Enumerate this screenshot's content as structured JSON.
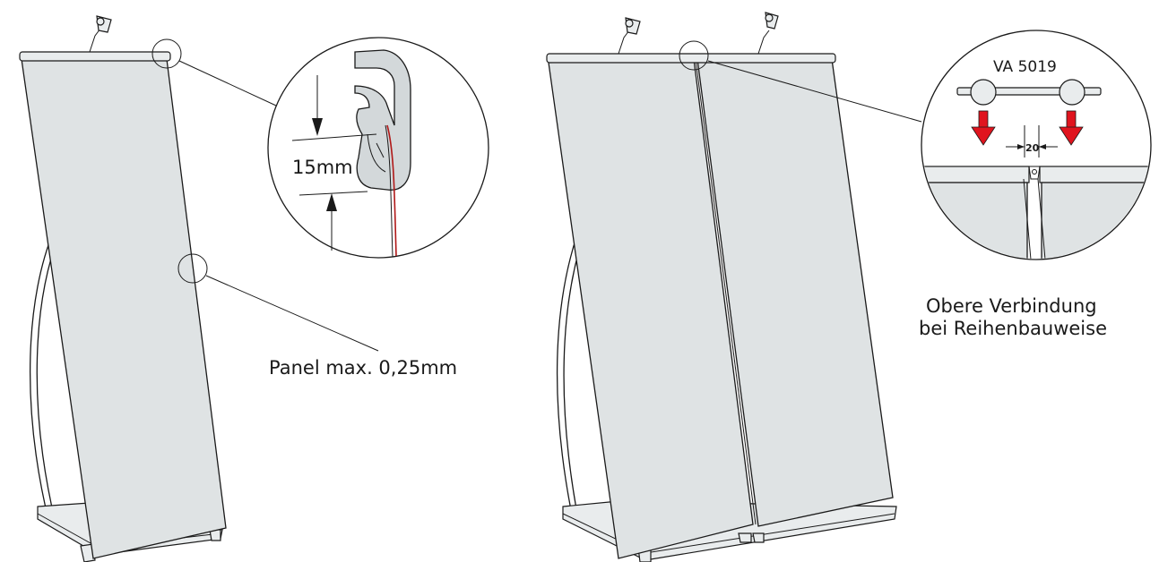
{
  "labels": {
    "hook_dimension": "15mm",
    "panel_thickness": "Panel max. 0,25mm",
    "connector_code": "VA 5019",
    "gap_dimension": "20",
    "caption_line1": "Obere Verbindung",
    "caption_line2": "bei Reihenbauweise"
  },
  "colors": {
    "panel_fill": "#dfe3e4",
    "line": "#1a1a1a",
    "arrow_red": "#e0141e",
    "cable_red": "#b01818"
  }
}
